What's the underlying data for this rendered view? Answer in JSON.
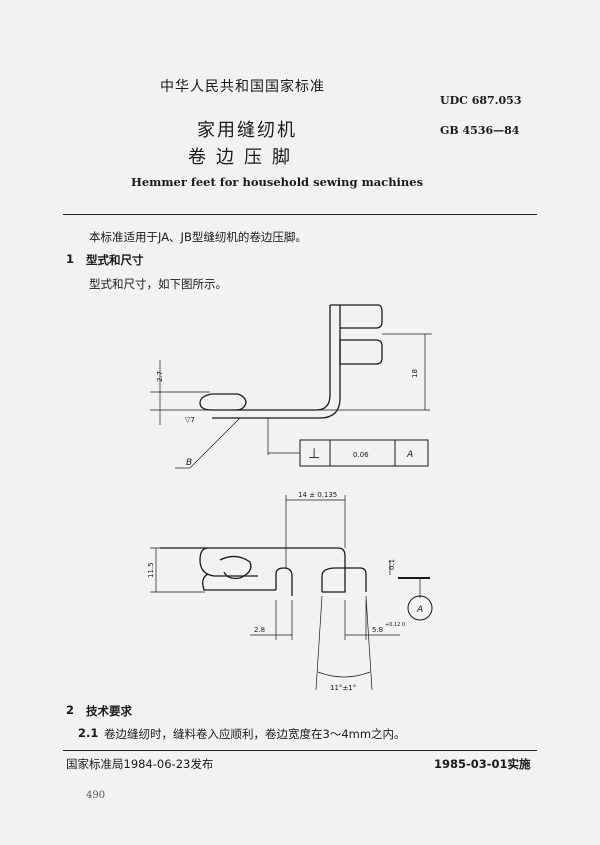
{
  "header": {
    "national_standard": "中华人民共和国国家标准",
    "udc": "UDC 687.053",
    "gb": "GB 4536—84",
    "title_line1": "家用缝纫机",
    "title_line2": "卷边压脚",
    "title_en": "Hemmer feet for household sewing machines"
  },
  "body": {
    "scope": "本标准适用于JA、JB型缝纫机的卷边压脚。",
    "section1_num": "1",
    "section1_title": "型式和尺寸",
    "section1_text": "型式和尺寸，如下图所示。",
    "section2_num": "2",
    "section2_title": "技术要求",
    "item21_num": "2.1",
    "item21_text": "卷边缝纫时，缝料卷入应顺利，卷边宽度在3～4mm之内。"
  },
  "drawing": {
    "dim_27": "2.7",
    "dim_18": "18",
    "roughness": "▽7",
    "label_B": "B",
    "tol_symbol": "⊥",
    "tol_value": "0.06",
    "tol_datum": "A",
    "dim_14": "14 ± 0.135",
    "dim_115": "11.5",
    "dim_01": "0.1",
    "datum_A": "A",
    "dim_28": "2.8",
    "dim_58": "5.8",
    "dim_58_tol": "+0.12 0",
    "angle": "11°±1°"
  },
  "footer": {
    "issued": "国家标准局1984-06-23发布",
    "effective": "1985-03-01实施",
    "page_number": "490"
  }
}
